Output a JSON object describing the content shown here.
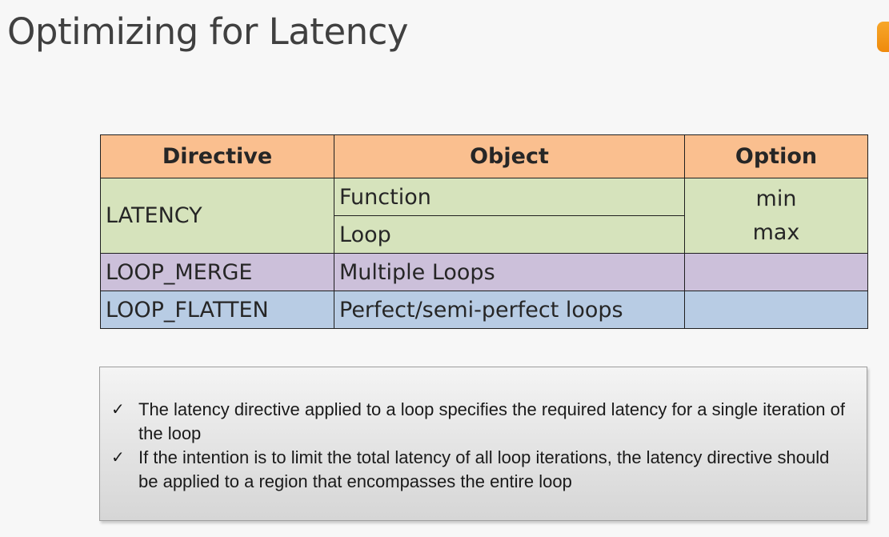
{
  "slide": {
    "title": "Optimizing for Latency"
  },
  "table": {
    "headers": {
      "directive": "Directive",
      "object": "Object",
      "option": "Option"
    },
    "rows": [
      {
        "directive": "LATENCY",
        "objects": [
          "Function",
          "Loop"
        ],
        "options": [
          "min",
          "max"
        ]
      },
      {
        "directive": "LOOP_MERGE",
        "objects": [
          "Multiple Loops"
        ],
        "options": [
          ""
        ]
      },
      {
        "directive": "LOOP_FLATTEN",
        "objects": [
          "Perfect/semi-perfect loops"
        ],
        "options": [
          ""
        ]
      }
    ],
    "colors": {
      "header": "#fabf8f",
      "latency": "#d6e3bc",
      "loop_merge": "#ccc0da",
      "loop_flatten": "#b8cce4"
    }
  },
  "notes": {
    "bullet_icon": "check-icon",
    "bullet_glyph": "✓",
    "items": [
      "The latency directive applied to a loop specifies the required latency for a single iteration of the loop",
      "If the intention is to limit the total latency of all loop iterations, the latency directive should be applied to a region that encompasses the entire loop"
    ]
  }
}
